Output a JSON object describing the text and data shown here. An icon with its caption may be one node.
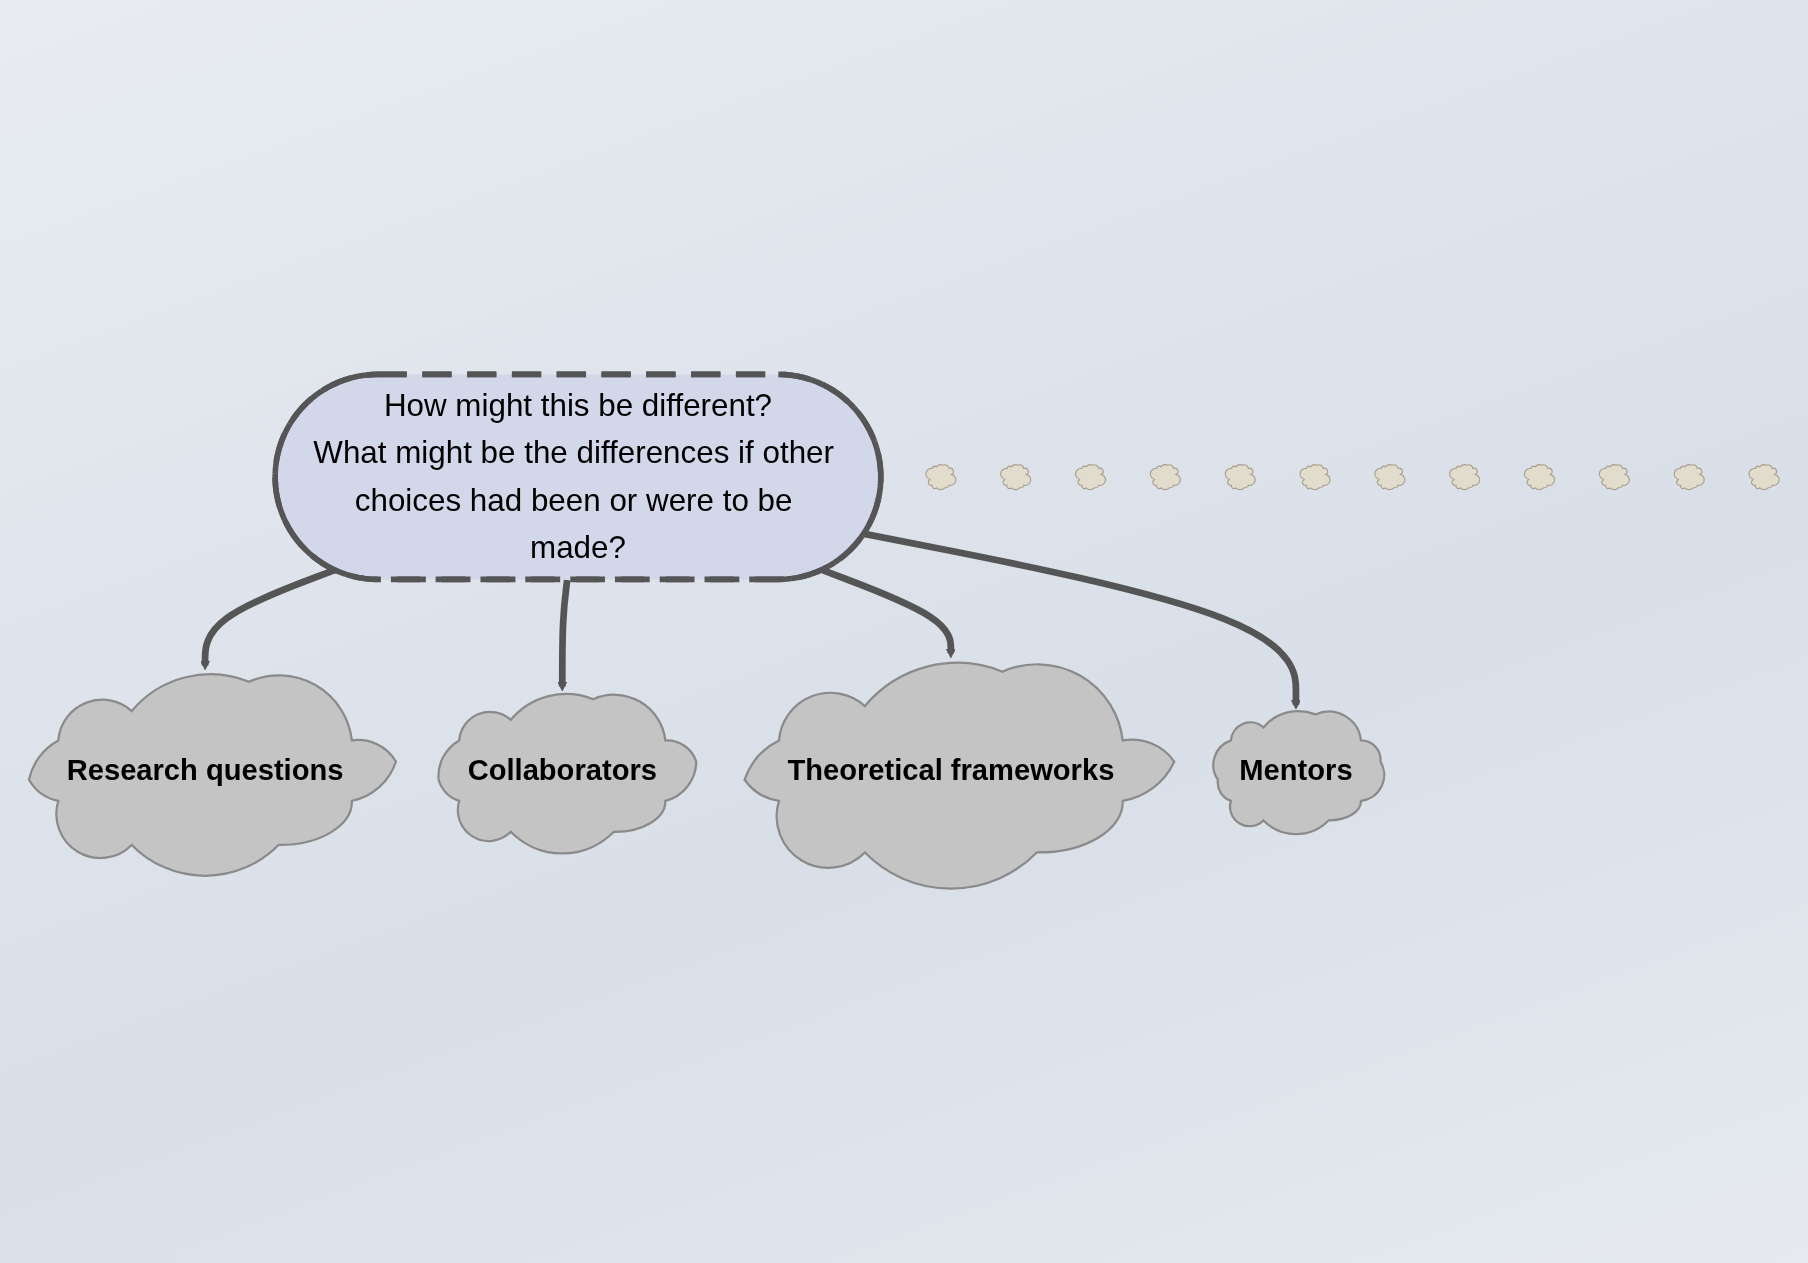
{
  "diagram": {
    "nodes": [
      {
        "text": [
          "Research questions"
        ]
      },
      {
        "text": [
          "Collaborators"
        ]
      },
      {
        "text": [
          "How might this be different?",
          "What might be the differences if other choices had been or were to be made?"
        ]
      },
      {
        "text": [
          "Theoretical frameworks"
        ]
      },
      {
        "text": [
          "Mentors"
        ]
      },
      {
        "text": [],
        "shape": "cloud"
      },
      {
        "text": [],
        "shape": "cloud"
      },
      {
        "text": [],
        "shape": "cloud"
      },
      {
        "text": [],
        "shape": "cloud"
      },
      {
        "text": [],
        "shape": "cloud"
      },
      {
        "text": [],
        "shape": "cloud"
      },
      {
        "text": [],
        "shape": "cloud"
      },
      {
        "text": [],
        "shape": "cloud"
      },
      {
        "text": [],
        "shape": "cloud"
      },
      {
        "text": [],
        "shape": "cloud"
      },
      {
        "text": [],
        "shape": "cloud"
      },
      {
        "text": [],
        "shape": "cloud"
      }
    ],
    "edges": [
      {
        "from": 2,
        "to": 0,
        "arrow": "to"
      },
      {
        "from": 2,
        "to": 1,
        "arrow": "to"
      },
      {
        "from": 2,
        "to": 3,
        "arrow": "to"
      },
      {
        "from": 2,
        "to": 4,
        "arrow": "to"
      }
    ]
  }
}
